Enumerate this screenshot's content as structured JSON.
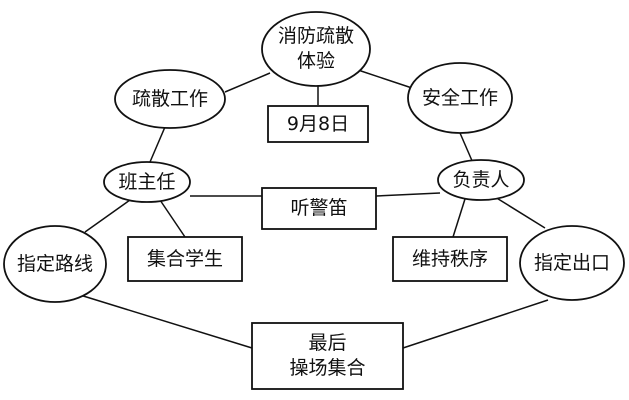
{
  "nodes": {
    "center": {
      "label": "消防疏散\n体验"
    },
    "date": {
      "label": "9月8日"
    },
    "evac_work": {
      "label": "疏散工作"
    },
    "safety_work": {
      "label": "安全工作"
    },
    "head_teacher": {
      "label": "班主任"
    },
    "person_in_charge": {
      "label": "负责人"
    },
    "whistle": {
      "label": "听警笛"
    },
    "route": {
      "label": "指定路线"
    },
    "assemble_students": {
      "label": "集合学生"
    },
    "maintain_order": {
      "label": "维持秩序"
    },
    "exit": {
      "label": "指定出口"
    },
    "final": {
      "label": "最后\n操场集合"
    }
  },
  "colors": {
    "stroke": "#111111",
    "fill": "#ffffff",
    "text": "#111111"
  }
}
